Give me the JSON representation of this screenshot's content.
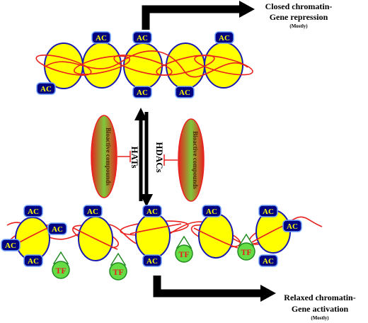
{
  "top_label": {
    "line1": "Closed chromatin-",
    "line2": "Gene repression",
    "note": "(Mostly)"
  },
  "bottom_label": {
    "line1": "Relaxed chromatin-",
    "line2": "Gene activation",
    "note": "(Mostly)"
  },
  "enzymes": {
    "up": "HATs",
    "down": "HDACs"
  },
  "compound_label": "Bioactive compounds",
  "acetyl_tag": "AC",
  "tf_label": "TF",
  "colors": {
    "nucleosome_fill": "#ffff00",
    "nucleosome_stroke": "#1a1ab0",
    "dna": "#e8201e",
    "ac_fill": "#000080",
    "ac_text": "#ffff00",
    "tf_fill": "#66dd44",
    "tf_text": "#e8201e",
    "compound_edge": "#e8201e",
    "compound_center": "#7ec83a"
  }
}
